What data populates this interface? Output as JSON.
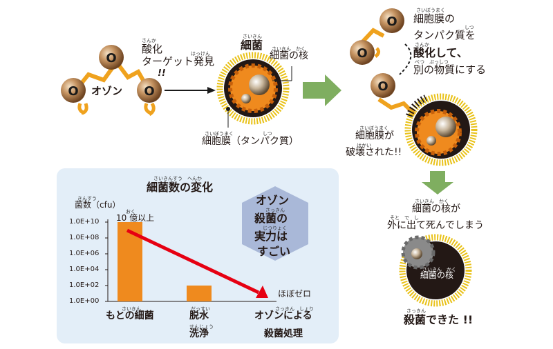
{
  "step1": {
    "ozone": "オゾン",
    "oxidize": "酸化",
    "oxidize_ruby": "さんか",
    "target": "ターゲット発見",
    "target_ruby": "はっけん",
    "exclaim": "!!",
    "bacteria": "細菌",
    "bacteria_ruby": "さいきん",
    "nucleus": "細菌の核",
    "nucleus_ruby": "さいきん　かく",
    "membrane": "細胞膜（タンパク質）",
    "membrane_ruby": "さいぼうまく　　　　　　しつ"
  },
  "step2": {
    "line1": "細胞膜の",
    "line1_ruby": "さいぼうまく",
    "line2": "タンパク質を",
    "line2_ruby": "しつ",
    "line3": "酸化して、",
    "line3_ruby": "さんか",
    "line4": "別の物質にする",
    "line4_ruby": "べつ　ぶっしつ",
    "broken1": "細胞膜が",
    "broken1_ruby": "さいぼうまく",
    "broken2": "破壊された!!",
    "broken2_ruby": "はかい"
  },
  "step3": {
    "line1": "細菌の核が",
    "line1_ruby": "さいきん　かく",
    "line2": "外に出て死んでしまう",
    "line2_ruby": "そと　で　し",
    "core": "細菌の核",
    "core_ruby": "さいきん　かく",
    "done": "殺菌できた !!",
    "done_ruby": "さっきん"
  },
  "badge": {
    "line1": "オゾン",
    "line2": "殺菌の",
    "line2_ruby": "さっきん",
    "line3": "実力は",
    "line3_ruby": "じつりょく",
    "line4": "すごい"
  },
  "chart_data": {
    "type": "bar",
    "title": "細菌数の変化",
    "title_ruby": "さいきんすう　へんか",
    "ylabel": "菌数（cfu）",
    "ylabel_ruby": "きんすう",
    "scale": "log",
    "ylim": [
      1,
      10000000000
    ],
    "yticks": [
      "1.0E+00",
      "1.0E+02",
      "1.0E+04",
      "1.0E+06",
      "1.0E+08",
      "1.0E+10"
    ],
    "ytick_values": [
      1,
      100,
      10000,
      1000000,
      100000000,
      10000000000
    ],
    "categories": [
      "もとの細菌",
      "脱水洗浄",
      "オゾンによる殺菌処理"
    ],
    "category_lines": [
      [
        "もとの細菌"
      ],
      [
        "脱水",
        "洗浄"
      ],
      [
        "オゾンによる",
        "殺菌処理"
      ]
    ],
    "category_ruby": [
      "さいきん",
      "だっすい",
      "さっきん　しょり"
    ],
    "category_ruby2": [
      "",
      "せんじょう",
      ""
    ],
    "values": [
      10000000000,
      100,
      1
    ],
    "annotations": [
      {
        "text": "10 億以上",
        "ruby": "おく"
      },
      {
        "text": "ほぼゼロ"
      }
    ],
    "colors": {
      "bar": "#ef8a1e",
      "arrow": "#e60012"
    }
  },
  "colors": {
    "orange": "#ef8a1e",
    "ozone": "#9a6a3c",
    "arrow": "#7fae60",
    "panel": "#e3eef8",
    "badge": "#a9b8d8"
  }
}
